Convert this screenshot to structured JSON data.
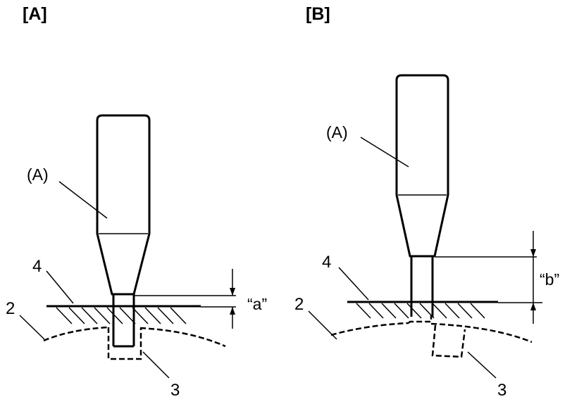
{
  "panels": {
    "a": {
      "title": "[A]",
      "tool_label": "(A)",
      "dimension_label": "“a”",
      "callout_2": "2",
      "callout_3": "3",
      "callout_4": "4"
    },
    "b": {
      "title": "[B]",
      "tool_label": "(A)",
      "dimension_label": "“b”",
      "callout_2": "2",
      "callout_3": "3",
      "callout_4": "4"
    }
  }
}
